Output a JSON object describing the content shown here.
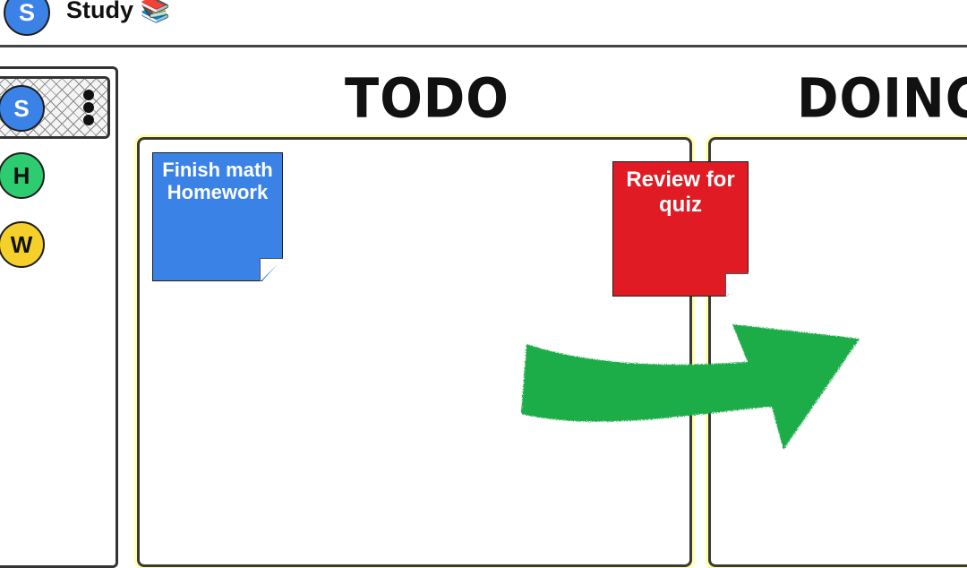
{
  "header": {
    "avatar_initial": "S",
    "board_title": "Study 📚"
  },
  "sidebar": {
    "boards": [
      {
        "initial": "S",
        "color": "#3b82e6",
        "active": true
      },
      {
        "initial": "H",
        "color": "#2ecc71",
        "active": false
      },
      {
        "initial": "W",
        "color": "#f5d02a",
        "active": false
      }
    ]
  },
  "columns": [
    {
      "title": "TODO"
    },
    {
      "title": "DOING"
    }
  ],
  "notes": [
    {
      "text": "Finish math Homework",
      "color": "#3b82e6"
    },
    {
      "text": "Review for quiz",
      "color": "#e01b24"
    }
  ],
  "arrow": {
    "color": "#1fad49"
  }
}
